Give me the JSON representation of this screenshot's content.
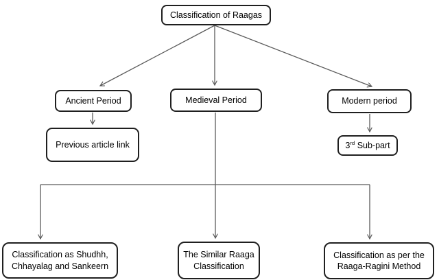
{
  "diagram": {
    "type": "flowchart",
    "title": "Classification of Raagas",
    "nodes": {
      "root": {
        "label": "Classification of Raagas"
      },
      "ancient": {
        "label": "Ancient Period"
      },
      "medieval": {
        "label": "Medieval Period"
      },
      "modern": {
        "label": "Modern period"
      },
      "previous": {
        "label": "Previous article link"
      },
      "sub_part": {
        "prefix": "3",
        "sup": "rd",
        "rest": " Sub-part"
      },
      "bottom_left": {
        "line1": "Classification as Shudhh,",
        "line2": "Chhayalag and Sankeern"
      },
      "bottom_middle": {
        "line1": "The Similar Raaga",
        "line2": "Classification"
      },
      "bottom_right": {
        "line1": "Classification as per the",
        "line2": "Raaga-Ragini Method"
      }
    },
    "edges": [
      {
        "from": "Classification of Raagas",
        "to": "Ancient Period"
      },
      {
        "from": "Classification of Raagas",
        "to": "Medieval Period"
      },
      {
        "from": "Classification of Raagas",
        "to": "Modern period"
      },
      {
        "from": "Ancient Period",
        "to": "Previous article link"
      },
      {
        "from": "Modern period",
        "to": "3rd Sub-part"
      },
      {
        "from": "Medieval Period",
        "to": "The Similar Raaga Classification"
      },
      {
        "from": "Medieval Period",
        "to": "Classification as Shudhh, Chhayalag and Sankeern"
      },
      {
        "from": "Medieval Period",
        "to": "Classification as per the Raaga-Ragini Method"
      }
    ],
    "colors": {
      "background": "#ffffff",
      "box_border": "#1f1f1f",
      "connector": "#5a5a5a",
      "text": "#000000"
    }
  }
}
